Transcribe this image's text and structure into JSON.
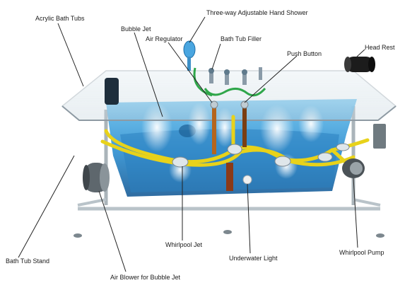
{
  "labels": {
    "acrylic_bath_tubs": "Acrylic Bath Tubs",
    "three_way_shower": "Three-way Adjustable Hand Shower",
    "bubble_jet": "Bubble Jet",
    "air_regulator": "Air Regulator",
    "bath_tub_filler": "Bath Tub Filler",
    "push_button": "Push Button",
    "head_rest": "Head Rest",
    "bath_tub_stand": "Bath Tub Stand",
    "whirlpool_jet": "Whirlpool Jet",
    "underwater_light": "Underwater Light",
    "whirlpool_pump": "Whirlpool Pump",
    "air_blower": "Air Blower for Bubble Jet"
  },
  "colors": {
    "water": "#3a9fd8",
    "water_dark": "#1f6fa8",
    "frame": "#b8c2c8",
    "pipe_yellow": "#e8d21a",
    "pipe_green": "#2fa64a",
    "headrest": "#1c1c1c",
    "leader": "#222222"
  }
}
